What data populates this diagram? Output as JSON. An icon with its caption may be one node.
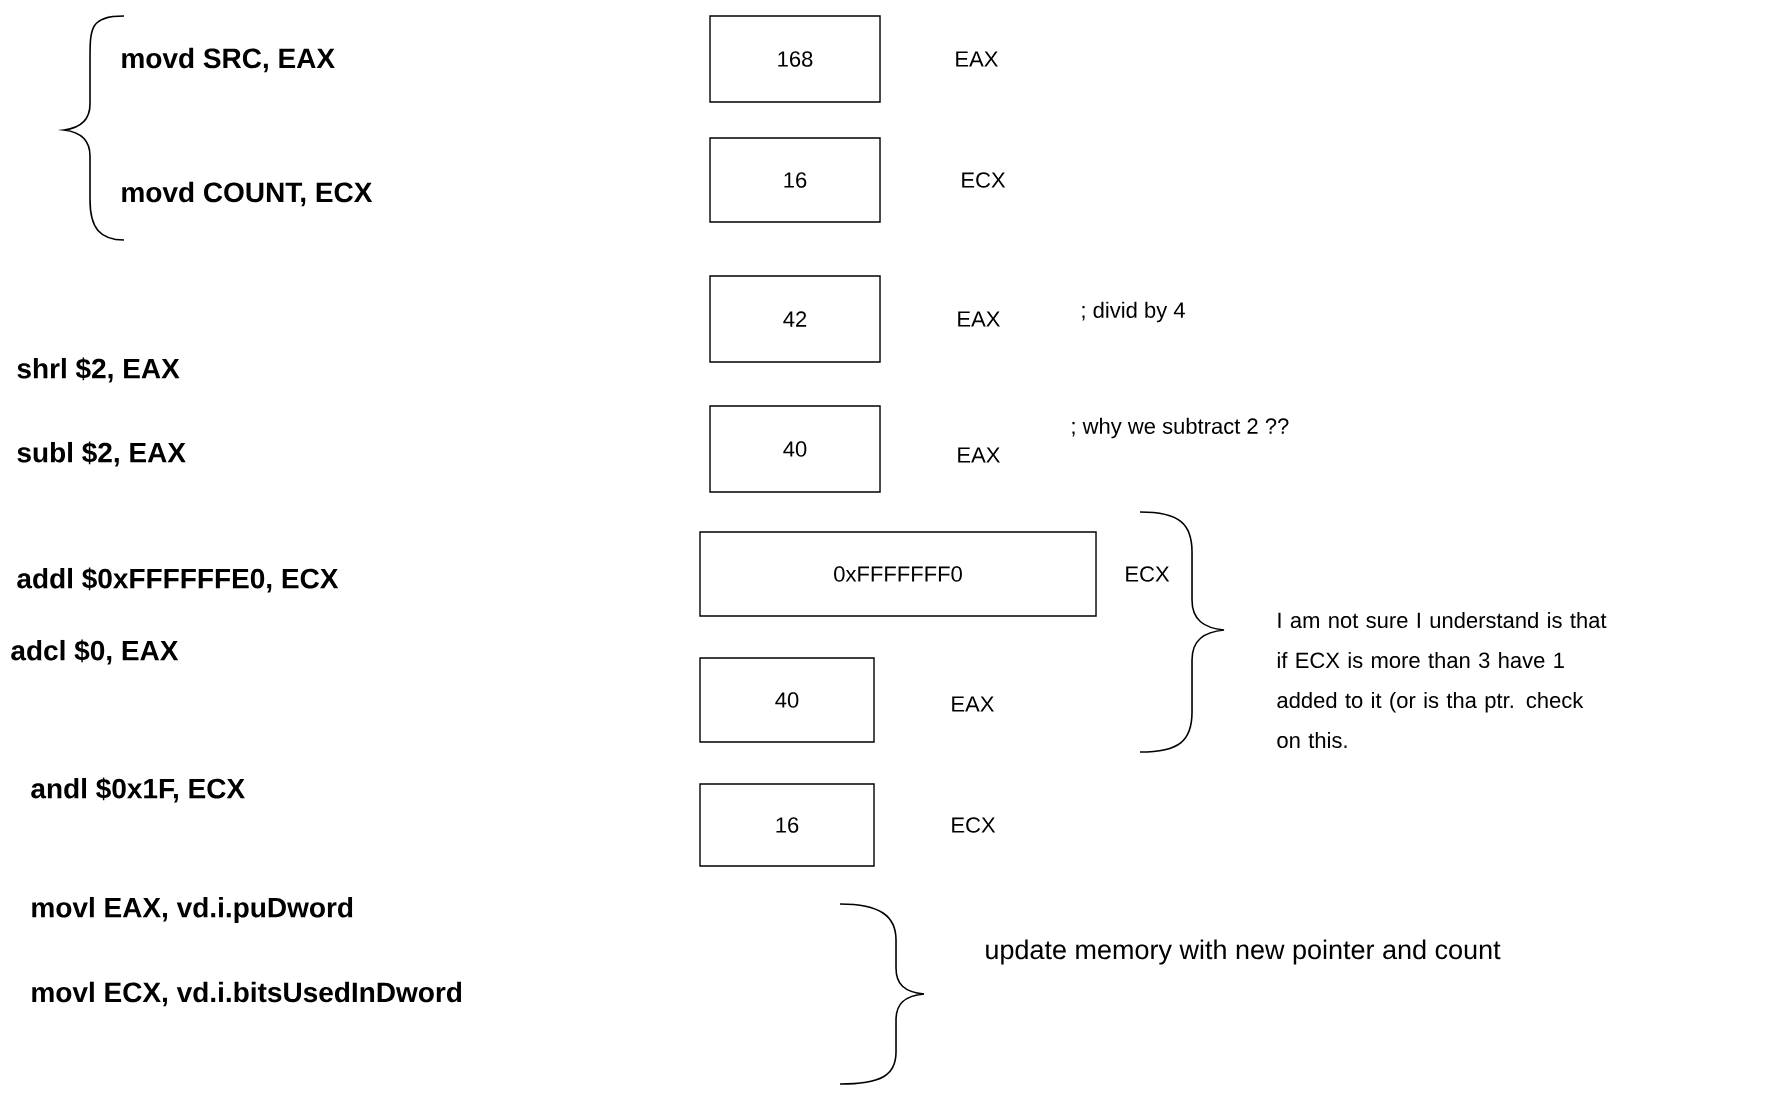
{
  "diagram": {
    "nodes": [
      {
        "text": [
          "168"
        ],
        "beside": [
          "EAX"
        ]
      },
      {
        "text": [
          "16"
        ],
        "beside": [
          "ECX"
        ]
      },
      {
        "text": [
          "42"
        ],
        "beside": [
          "EAX"
        ]
      },
      {
        "text": [
          "40"
        ],
        "beside": [
          "EAX"
        ]
      },
      {
        "text": [
          "0xFFFFFFF0"
        ],
        "beside": [
          "ECX"
        ]
      },
      {
        "text": [
          "40"
        ],
        "beside": [
          "EAX"
        ]
      },
      {
        "text": [
          "16"
        ],
        "beside": [
          "ECX"
        ]
      }
    ],
    "labels": [
      "movd  SRC, EAX",
      "movd  COUNT, ECX",
      "; divid by 4",
      "shrl  $2, EAX",
      "; why we subtract 2 ??",
      "subl  $2, EAX",
      "addl  $0xFFFFFFE0, ECX",
      "adcl  $0, EAX",
      "I am not sure I understand is that if ECX is more than 3 have 1 added to it (or is tha ptr. check on this.",
      "andl $0x1F, ECX",
      "movl  EAX, vd.i.puDword",
      "update memory with new pointer and count",
      "movl  ECX, vd.i.bitsUsedInDword"
    ]
  }
}
